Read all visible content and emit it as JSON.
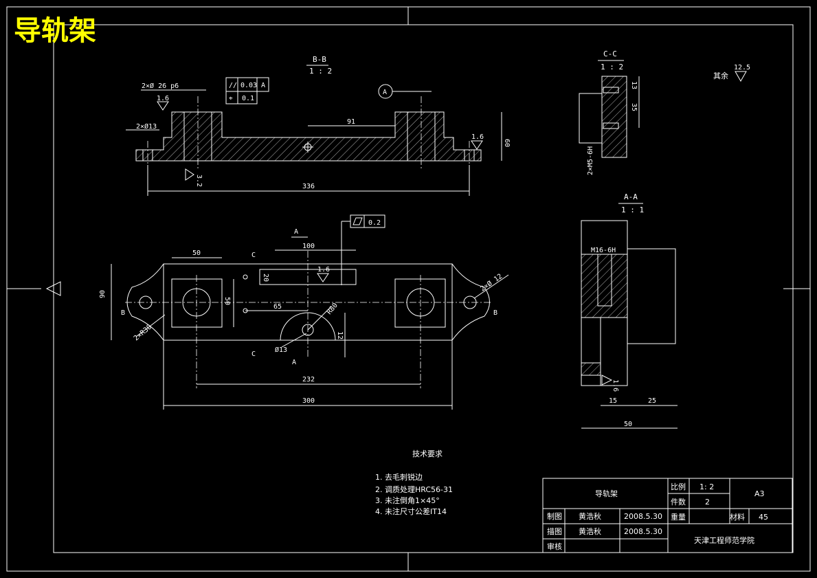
{
  "drawing_title": "导轨架",
  "views": {
    "bb": {
      "label": "B-B",
      "scale": "1 : 2"
    },
    "cc": {
      "label": "C-C",
      "scale": "1 : 2"
    },
    "aa": {
      "label": "A-A",
      "scale": "1 : 1"
    }
  },
  "surface_other": {
    "label": "其余",
    "value": "12.5"
  },
  "dims_bb": {
    "holes": "2×Ø 26 p6",
    "ra1": "1.6",
    "small_holes": "2×Ø13",
    "tol_par": "0.03",
    "tol_par_ref": "A",
    "tol_pos": "0.1",
    "datum": "A",
    "d91": "91",
    "ra2": "1.6",
    "d60": "60",
    "ra3": "3.2",
    "d336": "336"
  },
  "dims_cc": {
    "d13": "13",
    "d35": "35",
    "thread": "2×M5-6H"
  },
  "dims_plan": {
    "flat_tol": "0.2",
    "a_top": "A",
    "d100": "100",
    "d50": "50",
    "c_top": "C",
    "d20": "20",
    "ra": "1.6",
    "d90": "90",
    "d50b": "50",
    "d65": "65",
    "r80": "R80",
    "d2x12": "2×Ø 12",
    "b_left": "B",
    "b_right": "B",
    "r30": "2×R30",
    "d12": "12",
    "d13": "Ø13",
    "c_bot": "C",
    "a_bot": "A",
    "d232": "232",
    "d300": "300"
  },
  "dims_aa": {
    "thread": "M16-6H",
    "ra": "1.6",
    "d15": "15",
    "d25": "25",
    "d50": "50"
  },
  "tech_req": {
    "title": "技术要求",
    "items": [
      "1. 去毛刺锐边",
      "2. 调质处理HRC56-31",
      "3. 未注倒角1×45°",
      "4. 未注尺寸公差IT14"
    ]
  },
  "title_block": {
    "name": "导轨架",
    "scale_label": "比例",
    "scale_value": "1: 2",
    "qty_label": "件数",
    "qty_value": "2",
    "sheet": "A3",
    "weight_label": "重量",
    "material_label": "材料",
    "material_value": "45",
    "drawn_label": "制图",
    "drawn_by": "黄浩秋",
    "drawn_date": "2008.5.30",
    "traced_label": "描图",
    "traced_by": "黄浩秋",
    "traced_date": "2008.5.30",
    "checked_label": "审核",
    "school": "天津工程师范学院"
  }
}
